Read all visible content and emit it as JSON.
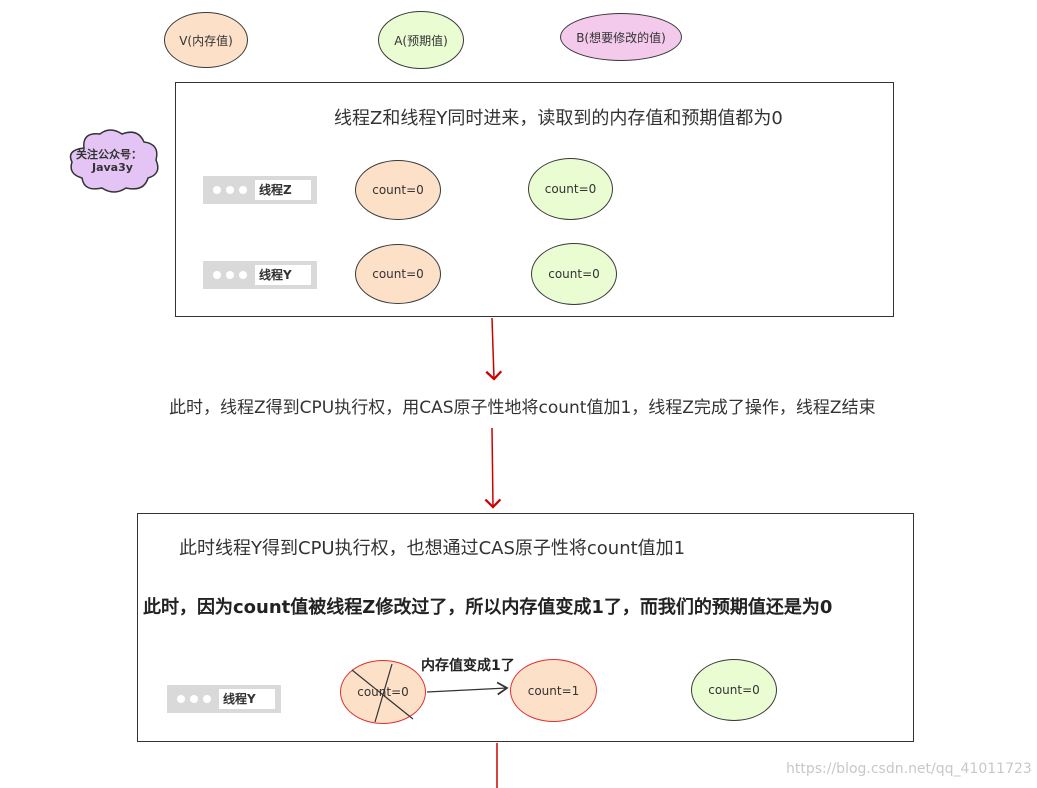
{
  "legend": {
    "v": "V(内存值)",
    "a": "A(预期值)",
    "b": "B(想要修改的值)"
  },
  "cloud": {
    "line1": "关注公众号：",
    "line2": "Java3y"
  },
  "panel1": {
    "title": "线程Z和线程Y同时进来，读取到的内存值和预期值都为0",
    "thread_z": "线程Z",
    "thread_y": "线程Y",
    "z_memory": "count=0",
    "z_expected": "count=0",
    "y_memory": "count=0",
    "y_expected": "count=0"
  },
  "middle_text": "此时，线程Z得到CPU执行权，用CAS原子性地将count值加1，线程Z完成了操作，线程Z结束",
  "panel2": {
    "line1": "此时线程Y得到CPU执行权，也想通过CAS原子性将count值加1",
    "line2": "此时，因为count值被线程Z修改过了，所以内存值变成1了，而我们的预期值还是为0",
    "arrow_label": "内存值变成1了",
    "thread_y": "线程Y",
    "old_memory": "count=0",
    "new_memory": "count=1",
    "expected": "count=0"
  },
  "watermark": "https://blog.csdn.net/qq_41011723",
  "colors": {
    "memory_fill": "#fde0c8",
    "expected_fill": "#e9fcd2",
    "new_value_fill": "#f3c9ec",
    "arrow": "#cc0000",
    "crossed_border": "#e03030"
  }
}
